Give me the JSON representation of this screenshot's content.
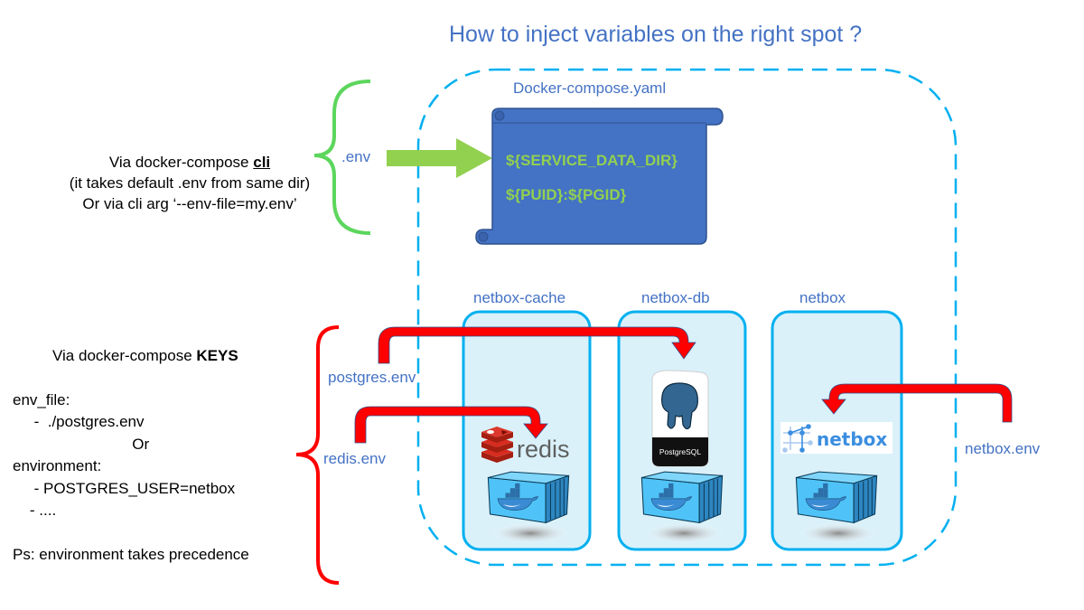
{
  "title": "How to inject variables on the right spot ?",
  "cli_section": {
    "line1_prefix": "Via docker-compose ",
    "line1_emph": "cli",
    "line2": "(it takes default .env from same dir)",
    "line3": "Or via cli arg ‘--env-file=my.env’",
    "env_label": ".env"
  },
  "compose_file": {
    "label": "Docker-compose.yaml",
    "vars": [
      "${SERVICE_DATA_DIR}",
      "${PUID}:${PGID}"
    ]
  },
  "keys_section": {
    "heading_prefix": "Via docker-compose ",
    "heading_emph": "KEYS",
    "lines": [
      "env_file:",
      "     -  ./postgres.env",
      "                            Or",
      "environment:",
      "     - POSTGRES_USER=netbox",
      "    - ....",
      "",
      "Ps: environment takes precedence"
    ]
  },
  "env_files": {
    "postgres": "postgres.env",
    "redis": "redis.env",
    "netbox": "netbox.env"
  },
  "services": [
    {
      "name": "netbox-cache",
      "logo": "redis",
      "logo_text": "redis"
    },
    {
      "name": "netbox-db",
      "logo": "postgresql",
      "logo_text": "PostgreSQL"
    },
    {
      "name": "netbox",
      "logo": "netbox",
      "logo_text": "netbox"
    }
  ],
  "colors": {
    "title": "#4472C4",
    "scroll_fill": "#4472C4",
    "var_text": "#92D050",
    "green_brace": "#5CD65C",
    "red_brace": "#FF0000",
    "dashed_border": "#00B0F0",
    "service_fill": "#DAF1FA"
  }
}
